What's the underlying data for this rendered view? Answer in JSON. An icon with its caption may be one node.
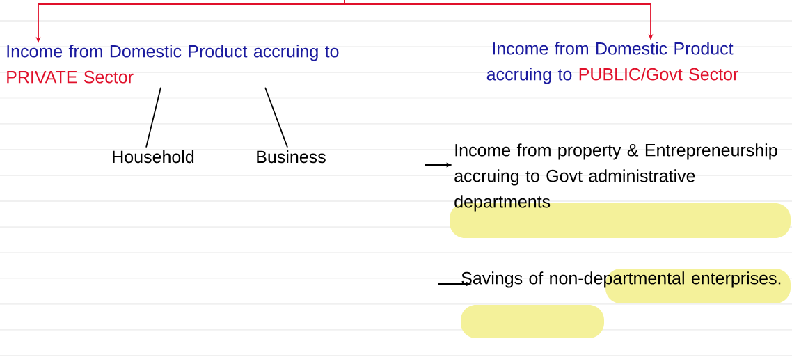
{
  "diagram": {
    "nodes": [
      {
        "text": [
          "Income from Domestic Product accruing to",
          "PRIVATE Sector"
        ]
      },
      {
        "text": [
          "Household"
        ]
      },
      {
        "text": [
          "Business"
        ]
      },
      {
        "text": [
          "Income from Domestic Product accruing to",
          "PUBLIC/Govt Sector"
        ]
      },
      {
        "text": [
          "Income from property & Entrepreneurship accruing to Govt administrative departments"
        ]
      },
      {
        "text": [
          "Savings of non-departmental enterprises."
        ]
      }
    ],
    "edges": [
      {
        "from": null,
        "to": 0,
        "arrow": "to",
        "color": "#e0102a"
      },
      {
        "from": null,
        "to": 3,
        "arrow": "to",
        "color": "#e0102a"
      },
      {
        "from": 0,
        "to": 1,
        "arrow": "none"
      },
      {
        "from": 0,
        "to": 2,
        "arrow": "none"
      },
      {
        "from": null,
        "to": 4,
        "arrow": "to"
      },
      {
        "from": null,
        "to": 5,
        "arrow": "to"
      }
    ]
  }
}
